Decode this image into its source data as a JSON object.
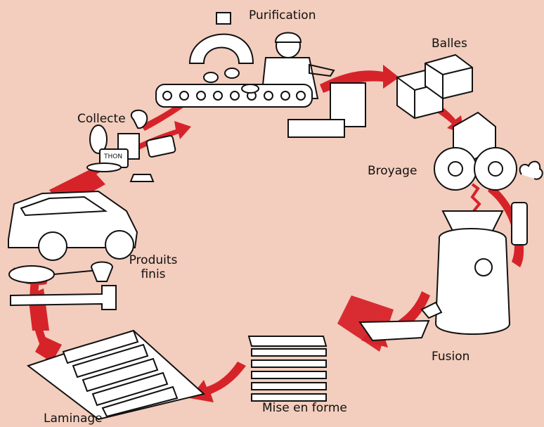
{
  "diagram": {
    "steps": {
      "purification": "Purification",
      "balles": "Balles",
      "broyage": "Broyage",
      "fusion": "Fusion",
      "mise_en_forme": "Mise en forme",
      "laminage": "Laminage",
      "produits_finis_line1": "Produits",
      "produits_finis_line2": "finis",
      "collecte": "Collecte"
    },
    "can_label": "THON"
  },
  "colors": {
    "background": "#f3cdbd",
    "arrow": "#d6232a",
    "ink": "#111111",
    "fill": "#ffffff"
  }
}
